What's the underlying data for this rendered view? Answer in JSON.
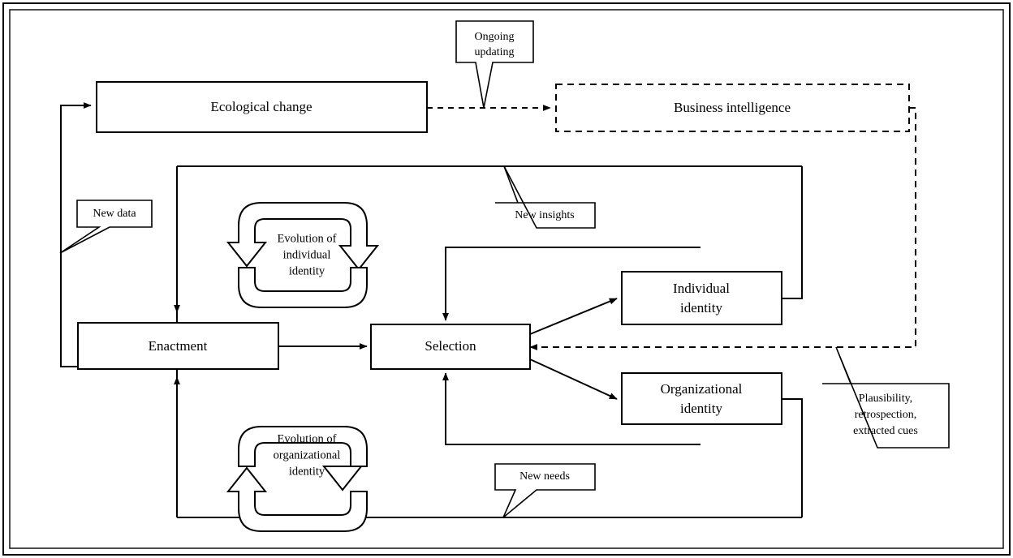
{
  "figure": {
    "title": "Sensemaking and business intelligence process diagram",
    "background": "#ffffff",
    "line_color": "#000000",
    "border": {
      "outer": "#000000",
      "inner": "#000000"
    }
  },
  "boxes": {
    "ecological_change": {
      "label": "Ecological change",
      "style": "solid"
    },
    "business_intelligence": {
      "label": "Business intelligence",
      "style": "dashed"
    },
    "enactment": {
      "label": "Enactment",
      "style": "solid"
    },
    "selection": {
      "label": "Selection",
      "style": "solid"
    },
    "individual_identity": {
      "label_line1": "Individual",
      "label_line2": "identity",
      "style": "solid"
    },
    "organizational_identity": {
      "label_line1": "Organizational",
      "label_line2": "identity",
      "style": "solid"
    }
  },
  "cycles": {
    "individual": {
      "label_line1": "Evolution of",
      "label_line2": "individual",
      "label_line3": "identity",
      "direction": "clockwise"
    },
    "organizational": {
      "label_line1": "Evolution of",
      "label_line2": "organizational",
      "label_line3": "identity",
      "direction": "counter-clockwise"
    }
  },
  "callouts": {
    "ongoing_updating": {
      "line1": "Ongoing",
      "line2": "updating"
    },
    "new_data": {
      "line1": "New data"
    },
    "new_insights": {
      "line1": "New insights"
    },
    "new_needs": {
      "line1": "New needs"
    },
    "plausibility": {
      "line1": "Plausibility,",
      "line2": "retrospection,",
      "line3": "extracted cues"
    }
  },
  "connectors": [
    {
      "name": "ecological-change-to-business-intelligence",
      "style": "dashed",
      "arrow": true
    },
    {
      "name": "business-intelligence-to-selection",
      "style": "dashed",
      "arrow": true
    },
    {
      "name": "enactment-to-selection",
      "style": "solid",
      "arrow": true
    },
    {
      "name": "enactment-to-ecological-change",
      "style": "solid",
      "arrow": true
    },
    {
      "name": "selection-to-individual-identity",
      "style": "solid",
      "arrow": true
    },
    {
      "name": "selection-to-organizational-identity",
      "style": "solid",
      "arrow": true
    },
    {
      "name": "individual-identity-to-enactment",
      "style": "solid",
      "arrow": true
    },
    {
      "name": "organizational-identity-to-enactment",
      "style": "solid",
      "arrow": true
    },
    {
      "name": "individual-identity-to-selection",
      "style": "solid",
      "arrow": true
    },
    {
      "name": "organizational-identity-to-selection",
      "style": "solid",
      "arrow": true
    }
  ]
}
